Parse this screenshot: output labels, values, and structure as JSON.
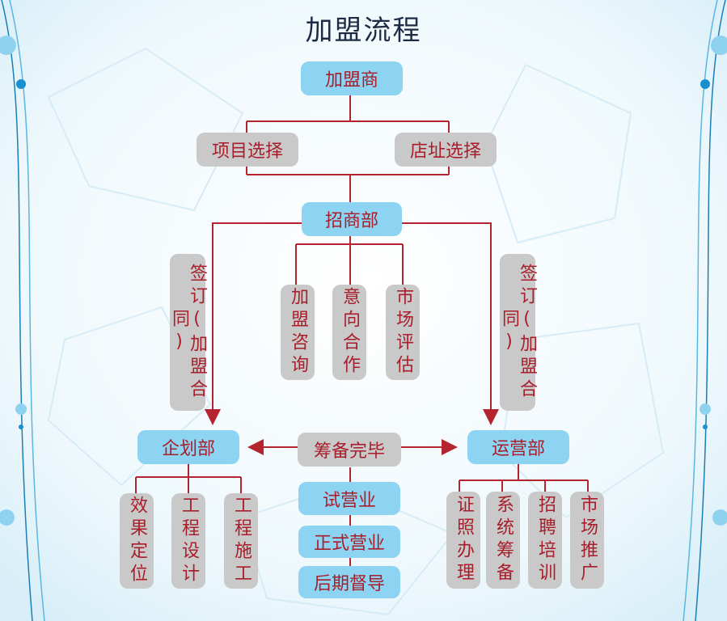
{
  "title": "加盟流程",
  "nodes": {
    "franchisee": "加盟商",
    "project_select": "项目选择",
    "site_select": "店址选择",
    "recruit_dept": "招商部",
    "contract_left": "签订(加盟合同)",
    "contract_right": "签订(加盟合同)",
    "consult": "加盟咨询",
    "intent": "意向合作",
    "market_eval": "市场评估",
    "planning_dept": "企划部",
    "prep_done": "筹备完毕",
    "ops_dept": "运营部",
    "effect_position": "效果定位",
    "eng_design": "工程设计",
    "eng_build": "工程施工",
    "trial_op": "试营业",
    "formal_op": "正式营业",
    "supervision": "后期督导",
    "license": "证照办理",
    "system_prep": "系统筹备",
    "hire_train": "招聘培训",
    "promotion": "市场推广"
  },
  "colors": {
    "accent_blue": "#8cd4f2",
    "gray_box": "#c9c9c9",
    "text_red": "#a81e2a",
    "line_red": "#b3242e"
  }
}
